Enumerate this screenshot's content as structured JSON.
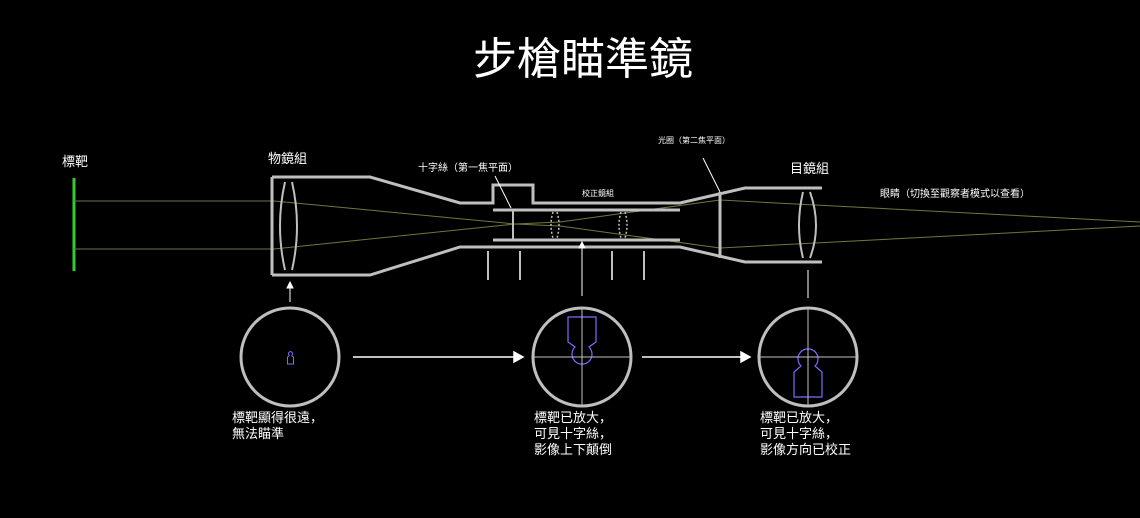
{
  "title": "步槍瞄準鏡",
  "labels": {
    "target": "標靶",
    "objective_group": "物鏡組",
    "crosshair": "十字絲（第一焦平面）",
    "aperture": "光圈（第二焦平面）",
    "erector_group": "校正鏡組",
    "eyepiece_group": "目鏡組",
    "eye": "眼睛（切換至觀察者模式以查看）"
  },
  "views": [
    {
      "lines": [
        "標靶顯得很遠，",
        "無法瞄準"
      ]
    },
    {
      "lines": [
        "標靶已放大，",
        "可見十字絲，",
        "影像上下顛倒"
      ]
    },
    {
      "lines": [
        "標靶已放大，",
        "可見十字絲，",
        "影像方向已校正"
      ]
    }
  ],
  "colors": {
    "background": "#000000",
    "scope_outline": "#bfbfbf",
    "target_bar": "#33cc33",
    "light_ray": "#6b7a3a",
    "target_silhouette": "#7b6cff",
    "text": "#ffffff"
  }
}
